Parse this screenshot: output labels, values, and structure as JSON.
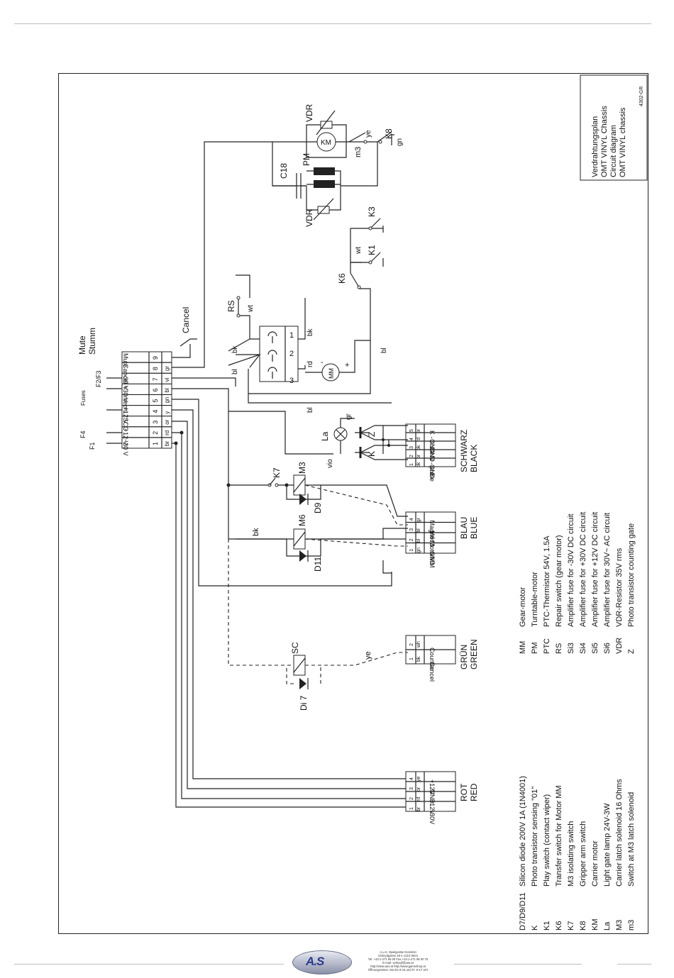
{
  "title_block": {
    "line1": "Verdrahtungsplan",
    "line2": "OMT VINYL Chassis",
    "line3": "Circuit diagram",
    "line4": "OMT VINYL chassis",
    "doc_no": "4302-GR"
  },
  "legend_left": [
    {
      "code": "D7/D9/D11",
      "text": "Silicon diode 200V 1A (1N4001)"
    },
    {
      "code": "K",
      "text": "Photo transistor  sensing \"01\""
    },
    {
      "code": "K1",
      "text": "Play switch (contact wiper)"
    },
    {
      "code": "K6",
      "text": "Transfer switch for Motor MM"
    },
    {
      "code": "K7",
      "text": "M3 isolating switch"
    },
    {
      "code": "K8",
      "text": "Gripper arm switch"
    },
    {
      "code": "KM",
      "text": "Carrier motor"
    },
    {
      "code": "La",
      "text": "Light gate lamp 24V-3W"
    },
    {
      "code": "M3",
      "text": "Carrier latch solenoid 16 Ohms"
    },
    {
      "code": "m3",
      "text": "Switch at M3 latch solenoid"
    }
  ],
  "legend_right": [
    {
      "code": "MM",
      "text": "Gear-motor"
    },
    {
      "code": "PM",
      "text": "Turntable-motor"
    },
    {
      "code": "PTC",
      "text": "PTC-Thermistor  54V, 1.5A"
    },
    {
      "code": "RS",
      "text": "Repair switch (gear motor)"
    },
    {
      "code": "Si3",
      "text": "Amplifier fuse for -30V DC circuit"
    },
    {
      "code": "Si4",
      "text": "Amplifier fuse for +30V DC circuit"
    },
    {
      "code": "Si5",
      "text": "Amplifier fuse for  +12V DC circuit"
    },
    {
      "code": "Si6",
      "text": "Amplifier fuse for  30V~ AC circuit"
    },
    {
      "code": "VDR",
      "text": "VDR-Resistor  35V rms"
    },
    {
      "code": "Z",
      "text": "Photo transistor counting gate"
    }
  ],
  "main_connector": {
    "pins": [
      {
        "n": "1",
        "color": "br",
        "label": "~30 V"
      },
      {
        "n": "2",
        "color": "rd",
        "label": "+12 V"
      },
      {
        "n": "3",
        "color": "or",
        "label": "SCC"
      },
      {
        "n": "4",
        "color": "y",
        "label": "+12 V"
      },
      {
        "n": "5",
        "color": "gn",
        "label": "mech"
      },
      {
        "n": "6",
        "color": "bl",
        "label": "+30 V"
      },
      {
        "n": "7",
        "color": "vi",
        "label": "-30 V"
      },
      {
        "n": "8",
        "color": "gr",
        "label": "Cancel"
      },
      {
        "n": "9",
        "color": "",
        "label": "Mute"
      }
    ],
    "fuses_label": "Fuses",
    "fuse_f1": "F1",
    "fuse_f4": "F4",
    "fuse_f2f3": "F2/F3"
  },
  "connector_rot": {
    "name_de": "ROT",
    "name_en": "RED",
    "pins": [
      {
        "n": "1",
        "color": "br",
        "label": "~30V"
      },
      {
        "n": "2",
        "color": "rd",
        "label": "+12V"
      },
      {
        "n": "3",
        "color": "or",
        "label": "GND"
      },
      {
        "n": "4",
        "color": "ye",
        "label": "+12V"
      }
    ]
  },
  "connector_gruen": {
    "name_de": "GRÜN",
    "name_en": "GREEN",
    "pins": [
      {
        "n": "1",
        "color": "bk",
        "label": "Cancel"
      },
      {
        "n": "2",
        "color": "wh",
        "label": "Counter"
      }
    ]
  },
  "connector_blau": {
    "name_de": "BLAU",
    "name_en": "BLUE",
    "pins": [
      {
        "n": "1",
        "color": "gn",
        "label": "GND"
      },
      {
        "n": "2",
        "color": "bl",
        "label": "MotorMM"
      },
      {
        "n": "3",
        "color": "bl",
        "label": "M6"
      },
      {
        "n": "4",
        "color": "gr",
        "label": "Magnet 3"
      }
    ]
  },
  "connector_schwarz": {
    "name_de": "SCHWARZ",
    "name_en": "BLACK",
    "pins": [
      {
        "n": "1",
        "color": "bk",
        "label": "GND"
      },
      {
        "n": "2",
        "color": "br",
        "label": "N - pulse"
      },
      {
        "n": "3",
        "color": "bk",
        "label": "GND"
      },
      {
        "n": "4",
        "color": "rd",
        "label": "GND"
      },
      {
        "n": "5",
        "color": "or",
        "label": "K - pulse"
      }
    ]
  },
  "components": {
    "vdr1": "VDR",
    "vdr2": "VDR",
    "km": "KM",
    "m3": "m3",
    "k8": "K8",
    "ye": "ye",
    "gn": "gn",
    "c18": "C18",
    "pm": "PM",
    "k3": "K3",
    "k1": "K1",
    "wt1": "wt",
    "k6": "K6",
    "rs": "RS",
    "wt2": "wt",
    "cancel": "Cancel",
    "mute": "Mute",
    "stumm": "Stumm",
    "bk1": "bk",
    "bk2": "bk",
    "bl1": "bl",
    "bl2": "bl",
    "bl3": "bl",
    "rd": "rd",
    "mm": "MM",
    "plus": "+",
    "minus": "-",
    "sw1": "1",
    "sw2": "2",
    "sw3": "3",
    "la": "La",
    "gr": "gr",
    "vio": "vio",
    "z": "Z",
    "k": "K",
    "k7": "K7",
    "m3coil": "M3",
    "d9": "D9",
    "bk3": "bk",
    "m6": "M6",
    "d11": "D11",
    "sc": "SC",
    "di7": "Di 7",
    "ye2": "ye"
  },
  "footer": {
    "logo": "A.S",
    "line1": "A.u.S. Spielgeräte GesmbH",
    "line2": "Scheydgasse 48   A-1210 Wien",
    "line3": "Tel. +43-1-271 66 00   Fax.+43-1-271 66 00 75",
    "line4": "E-mail: verkauf@aus.at",
    "line5": "http://www.aus.at    http://www.gameshop.at",
    "line6": "Öffnungszeiten: Mo-Do 9-16 und Fr. 9-17 Uhr"
  }
}
